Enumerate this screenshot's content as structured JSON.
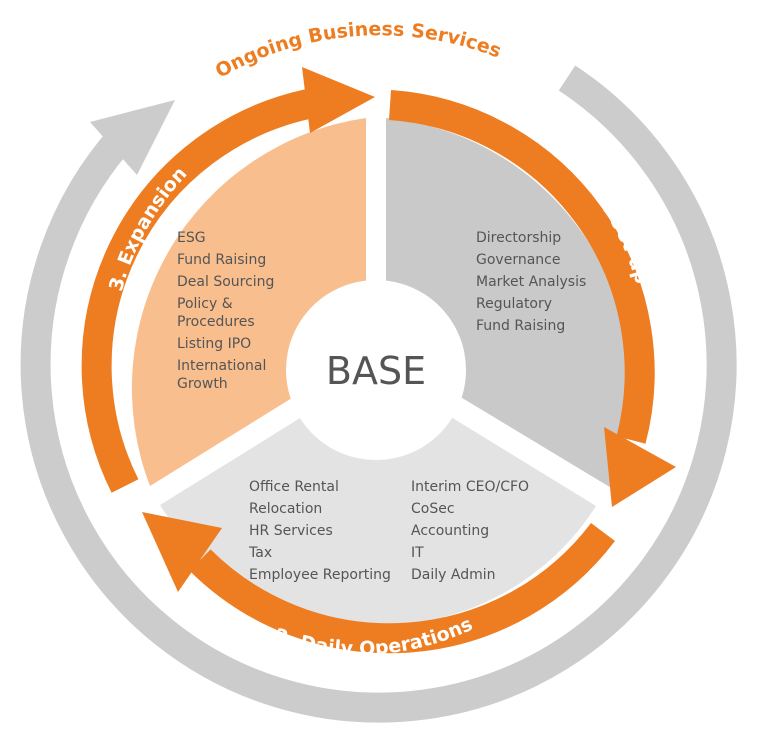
{
  "colors": {
    "orange": "#ee7d21",
    "light_orange": "#f8be8e",
    "gray_section": "#c9c9c9",
    "light_gray_section": "#e3e3e3",
    "outer_ring": "#cccccc",
    "text": "#555555"
  },
  "title": "Ongoing Business Services",
  "center": {
    "label": "BASE"
  },
  "stages": {
    "setup": {
      "label": "1. Set-up",
      "items": [
        "Directorship",
        "Governance",
        "Market Analysis",
        "Regulatory",
        "Fund Raising"
      ]
    },
    "daily": {
      "label": "2. Daily Operations",
      "items_left": [
        "Office Rental",
        "Relocation",
        "HR Services",
        "Tax",
        "Employee Reporting"
      ],
      "items_right": [
        "Interim CEO/CFO",
        "CoSec",
        "Accounting",
        "IT",
        "Daily Admin"
      ]
    },
    "expansion": {
      "label": "3. Expansion",
      "items": [
        "ESG",
        "Fund Raising",
        "Deal Sourcing",
        "Policy &",
        "Procedures",
        "Listing IPO",
        "International",
        "Growth"
      ]
    }
  }
}
